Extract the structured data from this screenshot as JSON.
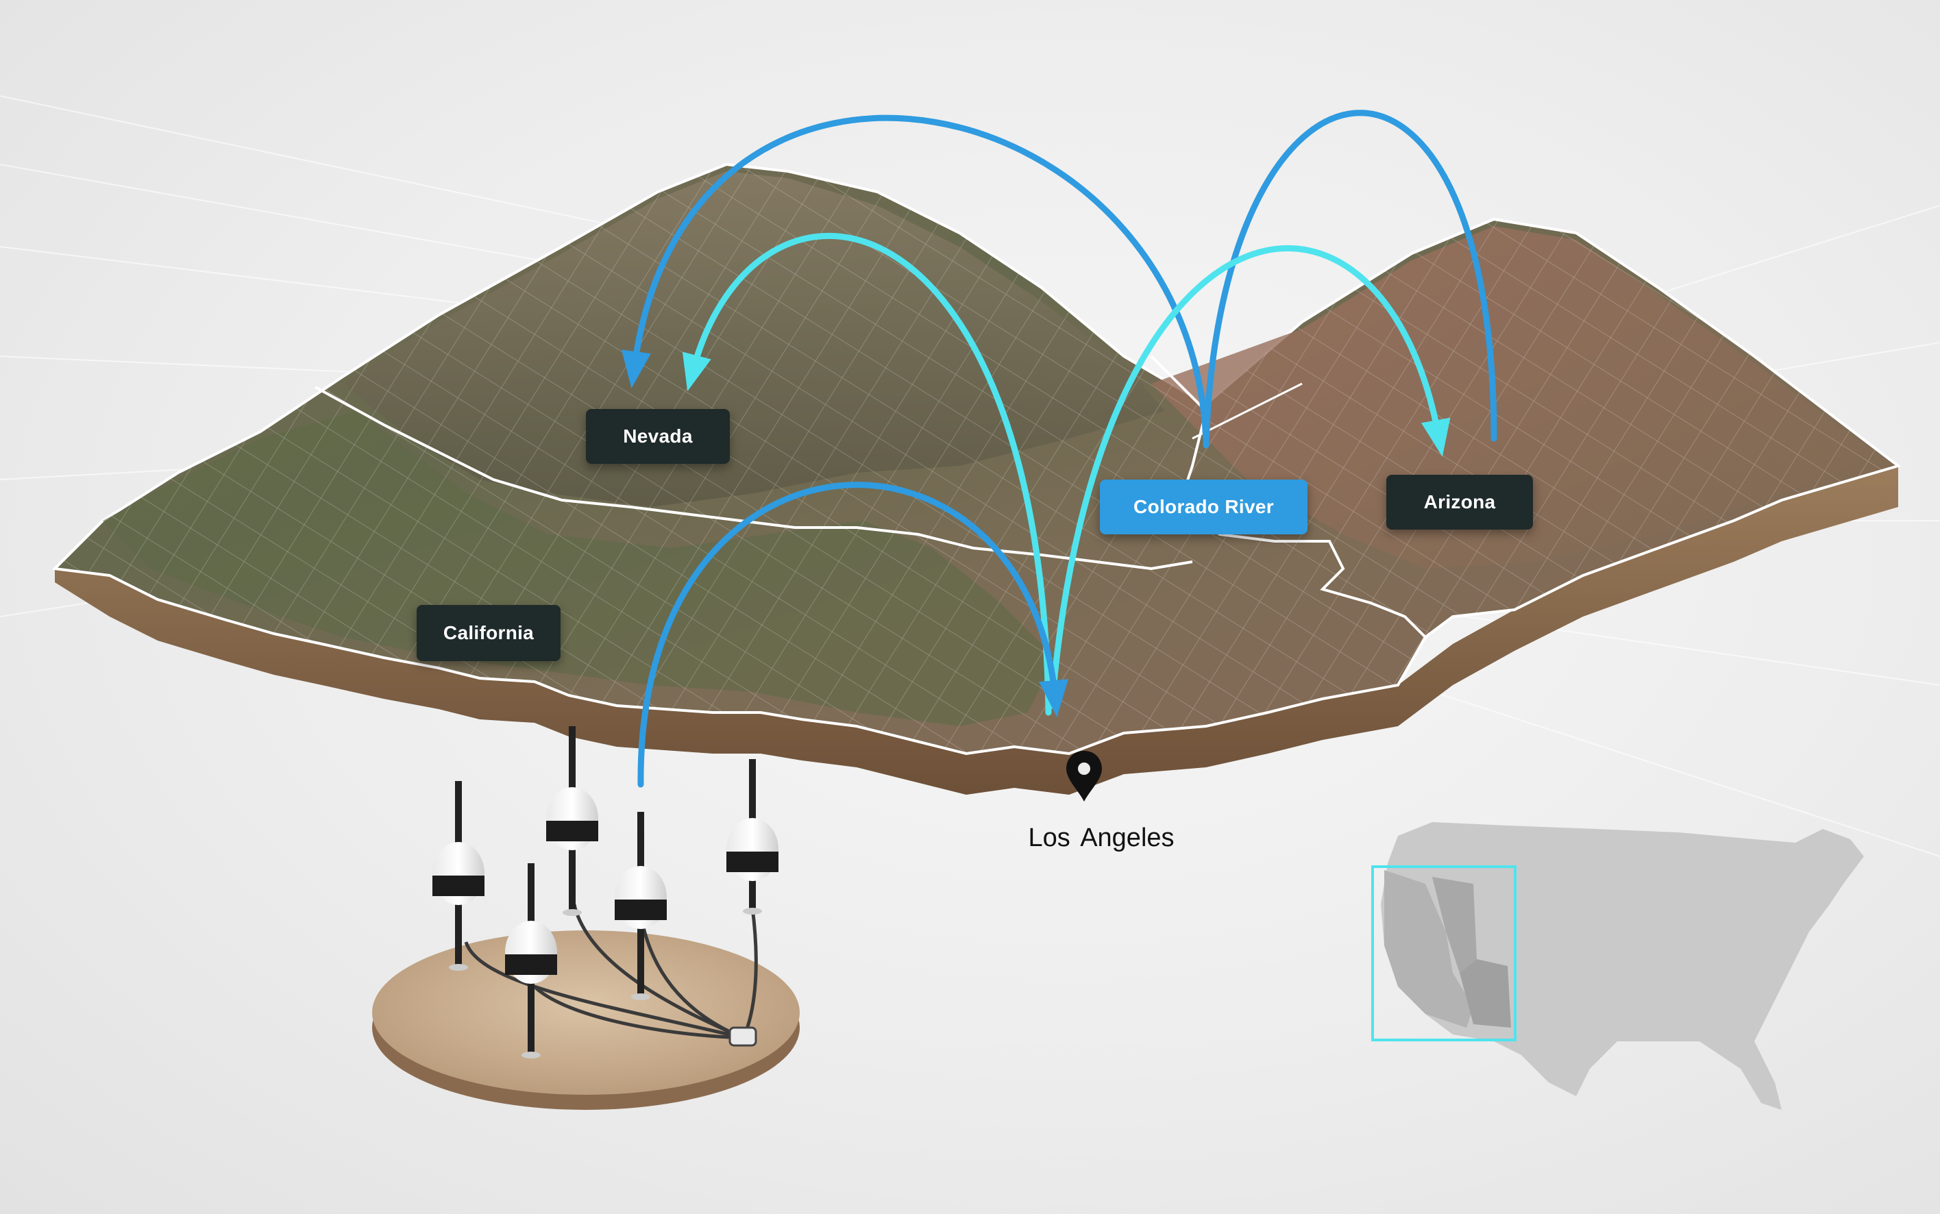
{
  "labels": {
    "nevada": "Nevada",
    "california": "California",
    "colorado_river": "Colorado River",
    "arizona": "Arizona",
    "los_angeles": "Los Angeles"
  },
  "colors": {
    "flow_blue": "#2f9be0",
    "flow_cyan": "#4fe3ee",
    "label_dark": "#1f2a2a",
    "label_blue": "#2f9be0",
    "terrain_brown": "#6a5c48",
    "terrain_green": "#5f6a4a",
    "terrain_red": "#9a6a58",
    "base_edge": "#8a6b4e",
    "inset_frame": "#4fe3ee",
    "inset_map": "#c8c8c8"
  },
  "icons": [
    "map-pin-icon",
    "sensor-station",
    "us-inset-map"
  ]
}
